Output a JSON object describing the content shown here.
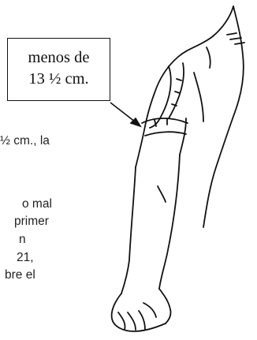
{
  "callout": {
    "line1": "menos de",
    "line2": "13 ½ cm."
  },
  "body_text_fragments": [
    "½ cm., la",
    "o mal",
    "primer",
    "n",
    "21,",
    "bre el"
  ]
}
